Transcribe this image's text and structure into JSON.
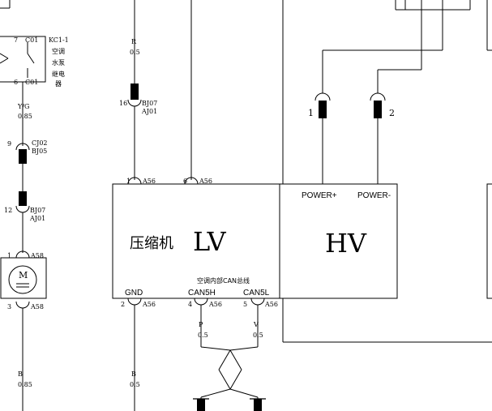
{
  "relay": {
    "pin_top": "7",
    "code_top": "C01",
    "pin_bottom": "6",
    "code_bottom": "C01",
    "id": "KC1-1",
    "name_lines": [
      "空调",
      "水泵",
      "继电",
      "器"
    ]
  },
  "left_wire": {
    "color_a": "Y/G",
    "size_a": "0.85",
    "conn1_pin": "9",
    "conn1_a": "CJ02",
    "conn1_b": "BJ05",
    "conn2_pin": "12",
    "conn2_a": "BJ07",
    "conn2_b": "AJ01",
    "color_b": "B",
    "size_b": "0.85"
  },
  "motor": {
    "pin_top": "1",
    "code_top": "A58",
    "pin_bottom": "3",
    "code_bottom": "A58",
    "symbol": "M"
  },
  "mid_wire": {
    "color": "R",
    "size": "0.5",
    "conn_pin": "16",
    "conn_a": "BJ07",
    "conn_b": "AJ01"
  },
  "compressor": {
    "name": "压缩机",
    "tag": "LV",
    "top_pin_1": "1",
    "top_code_1": "A56",
    "top_pin_2": "6",
    "top_code_2": "A56",
    "can_note": "空调内部CAN总线",
    "gnd_label": "GND",
    "can_h_label": "CAN5H",
    "can_l_label": "CAN5L",
    "gnd_pin": "2",
    "gnd_code": "A56",
    "can_h_pin": "4",
    "can_h_code": "A56",
    "can_l_pin": "5",
    "can_l_code": "A56"
  },
  "bottom_wires": {
    "gnd_color": "B",
    "gnd_size": "0.5",
    "can_h_color": "P",
    "can_h_size": "0.5",
    "can_l_color": "V",
    "can_l_size": "0.5"
  },
  "hv": {
    "tag": "HV",
    "power_plus": "POWER+",
    "power_minus": "POWER-",
    "conn_1": "1",
    "conn_2": "2"
  }
}
